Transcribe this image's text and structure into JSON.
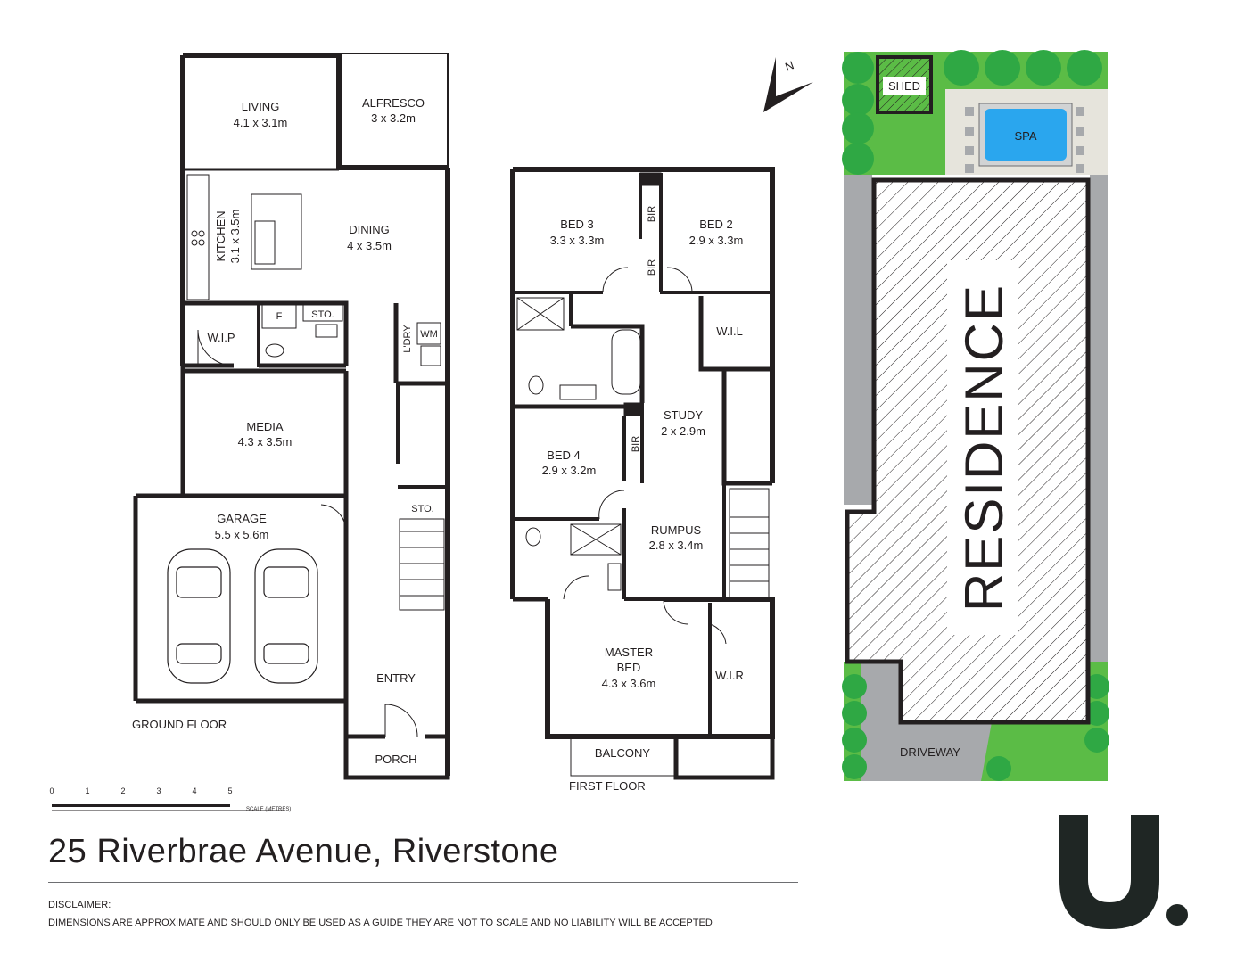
{
  "header": {
    "north_label": "N"
  },
  "ground_floor": {
    "label": "GROUND FLOOR",
    "rooms": {
      "living": {
        "name": "LIVING",
        "dims": "4.1 x 3.1m"
      },
      "alfresco": {
        "name": "ALFRESCO",
        "dims": "3 x 3.2m"
      },
      "kitchen": {
        "name": "KITCHEN",
        "dims": "3.1 x 3.5m"
      },
      "dining": {
        "name": "DINING",
        "dims": "4 x 3.5m"
      },
      "wip": {
        "name": "W.I.P"
      },
      "fridge": {
        "name": "F"
      },
      "storage": {
        "name": "STO."
      },
      "laundry": {
        "name": "L'DRY"
      },
      "washer": {
        "name": "WM"
      },
      "media": {
        "name": "MEDIA",
        "dims": "4.3 x 3.5m"
      },
      "garage": {
        "name": "GARAGE",
        "dims": "5.5 x 5.6m"
      },
      "stair_storage": {
        "name": "STO."
      },
      "entry": {
        "name": "ENTRY"
      },
      "porch": {
        "name": "PORCH"
      }
    }
  },
  "first_floor": {
    "label": "FIRST FLOOR",
    "rooms": {
      "bed3": {
        "name": "BED 3",
        "dims": "3.3 x 3.3m"
      },
      "bed2": {
        "name": "BED 2",
        "dims": "2.9 x 3.3m"
      },
      "bir_a": {
        "name": "BIR"
      },
      "bir_b": {
        "name": "BIR"
      },
      "wil": {
        "name": "W.I.L"
      },
      "study": {
        "name": "STUDY",
        "dims": "2 x 2.9m"
      },
      "bed4": {
        "name": "BED 4",
        "dims": "2.9 x 3.2m"
      },
      "bir_c": {
        "name": "BIR"
      },
      "rumpus": {
        "name": "RUMPUS",
        "dims": "2.8 x 3.4m"
      },
      "master": {
        "name_line1": "MASTER",
        "name_line2": "BED",
        "dims": "4.3 x 3.6m"
      },
      "wir": {
        "name": "W.I.R"
      },
      "balcony": {
        "name": "BALCONY"
      }
    }
  },
  "site_plan": {
    "shed": "SHED",
    "spa": "SPA",
    "residence": "RESIDENCE",
    "driveway": "DRIVEWAY"
  },
  "scale_bar": {
    "ticks": [
      "0",
      "1",
      "2",
      "3",
      "4",
      "5"
    ],
    "unit_label": "SCALE (METRES)"
  },
  "address": "25 Riverbrae Avenue, Riverstone",
  "disclaimer": {
    "heading": "DISCLAIMER:",
    "body": "DIMENSIONS ARE APPROXIMATE AND SHOULD ONLY BE USED AS A GUIDE THEY ARE NOT TO SCALE AND NO LIABILITY WILL BE ACCEPTED"
  },
  "logo": {
    "letter": "U",
    "icon": "brand-logo-icon"
  },
  "colors": {
    "wall": "#231f20",
    "grass": "#5bbc46",
    "tree": "#2fa844",
    "paving": "#e6e4dc",
    "spa_water": "#2aa6ee",
    "side_path": "#a7a9ac",
    "logo_dark": "#1f2624"
  }
}
